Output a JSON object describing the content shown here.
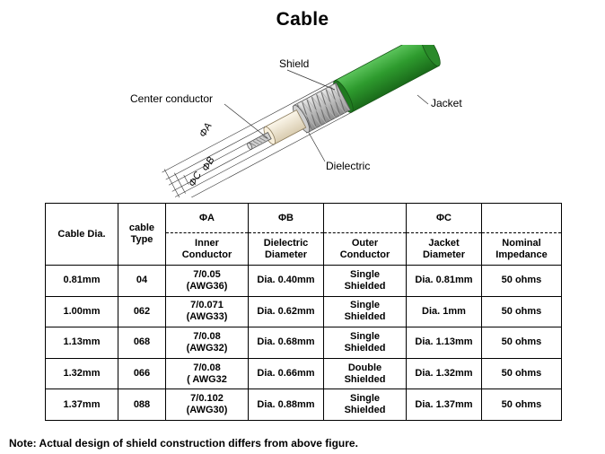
{
  "title": "Cable",
  "figure": {
    "labels": {
      "shield": "Shield",
      "center_conductor": "Center conductor",
      "jacket": "Jacket",
      "dielectric": "Dielectric",
      "dim_a": "ΦA",
      "dim_b": "ΦB",
      "dim_c": "ΦC"
    },
    "colors": {
      "jacket": "#2e9b2e",
      "jacket_dark": "#1d6f1d",
      "dielectric": "#f3e8d0",
      "conductor": "#c8c8c8"
    }
  },
  "table": {
    "header_top": {
      "cable_dia": "Cable Dia.",
      "cable_type": "cable\nType",
      "phi_a": "ΦA",
      "phi_b": "ΦB",
      "outer_blank": "",
      "phi_c": "ΦC",
      "impedance_blank": ""
    },
    "header_bottom": {
      "inner_conductor": [
        "Inner",
        "Conductor"
      ],
      "dielectric_diameter": [
        "Dielectric",
        "Diameter"
      ],
      "outer_conductor": [
        "Outer",
        "Conductor"
      ],
      "jacket_diameter": [
        "Jacket",
        "Diameter"
      ],
      "nominal_impedance": [
        "Nominal",
        "Impedance"
      ]
    },
    "rows": [
      {
        "dia": "0.81mm",
        "type": "04",
        "inner": [
          "7/0.05",
          "(AWG36)"
        ],
        "dielectric": "Dia. 0.40mm",
        "outer": [
          "Single",
          "Shielded"
        ],
        "jacket": "Dia. 0.81mm",
        "impedance": "50 ohms"
      },
      {
        "dia": "1.00mm",
        "type": "062",
        "inner": [
          "7/0.071",
          "(AWG33)"
        ],
        "dielectric": "Dia. 0.62mm",
        "outer": [
          "Single",
          "Shielded"
        ],
        "jacket": "Dia. 1mm",
        "impedance": "50 ohms"
      },
      {
        "dia": "1.13mm",
        "type": "068",
        "inner": [
          "7/0.08",
          "(AWG32)"
        ],
        "dielectric": "Dia. 0.68mm",
        "outer": [
          "Single",
          "Shielded"
        ],
        "jacket": "Dia. 1.13mm",
        "impedance": "50 ohms"
      },
      {
        "dia": "1.32mm",
        "type": "066",
        "inner": [
          "7/0.08",
          "( AWG32"
        ],
        "dielectric": "Dia. 0.66mm",
        "outer": [
          "Double",
          "Shielded"
        ],
        "jacket": "Dia. 1.32mm",
        "impedance": "50 ohms"
      },
      {
        "dia": "1.37mm",
        "type": "088",
        "inner": [
          "7/0.102",
          "(AWG30)"
        ],
        "dielectric": "Dia. 0.88mm",
        "outer": [
          "Single",
          "Shielded"
        ],
        "jacket": "Dia. 1.37mm",
        "impedance": "50 ohms"
      }
    ]
  },
  "note": "Note: Actual design of shield construction differs from above figure."
}
